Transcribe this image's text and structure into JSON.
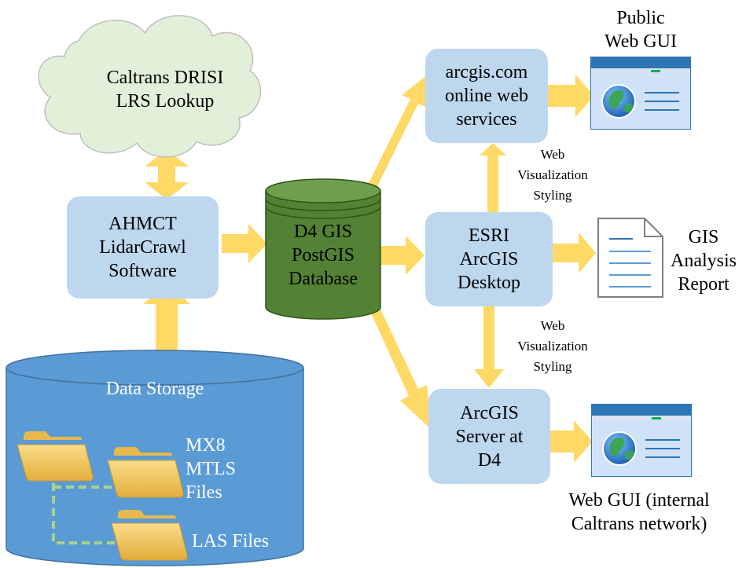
{
  "diagram": {
    "cloud": {
      "lines": [
        "Caltrans DRISI",
        "LRS Lookup"
      ]
    },
    "lidarcrawl": {
      "lines": [
        "AHMCT",
        "LidarCrawl",
        "Software"
      ]
    },
    "database": {
      "lines": [
        "D4 GIS",
        "PostGIS",
        "Database"
      ]
    },
    "arcgis_online": {
      "lines": [
        "arcgis.com",
        "online web",
        "services"
      ]
    },
    "esri_desktop": {
      "lines": [
        "ESRI",
        "ArcGIS",
        "Desktop"
      ]
    },
    "arcgis_server": {
      "lines": [
        "ArcGIS",
        "Server at",
        "D4"
      ]
    },
    "public_gui_label": {
      "lines": [
        "Public",
        "Web GUI"
      ]
    },
    "report_label": {
      "lines": [
        "GIS",
        "Analysis",
        "Report"
      ]
    },
    "internal_gui_label": {
      "lines": [
        "Web GUI (internal",
        "Caltrans network)"
      ]
    },
    "styling_label_upper": {
      "lines": [
        "Web",
        "Visualization",
        "Styling"
      ]
    },
    "styling_label_lower": {
      "lines": [
        "Web",
        "Visualization",
        "Styling"
      ]
    },
    "storage": {
      "title": "Data Storage",
      "mx8_lines": [
        "MX8",
        "MTLS",
        "Files"
      ],
      "las_label": "LAS Files"
    }
  },
  "colors": {
    "arrow": "#ffd966",
    "box": "#bdd7ee",
    "cloud": "#e2f0d9",
    "database": "#548235",
    "storage": "#5b9bd5",
    "folder": "#f2c661",
    "dash": "#a9d18e"
  }
}
